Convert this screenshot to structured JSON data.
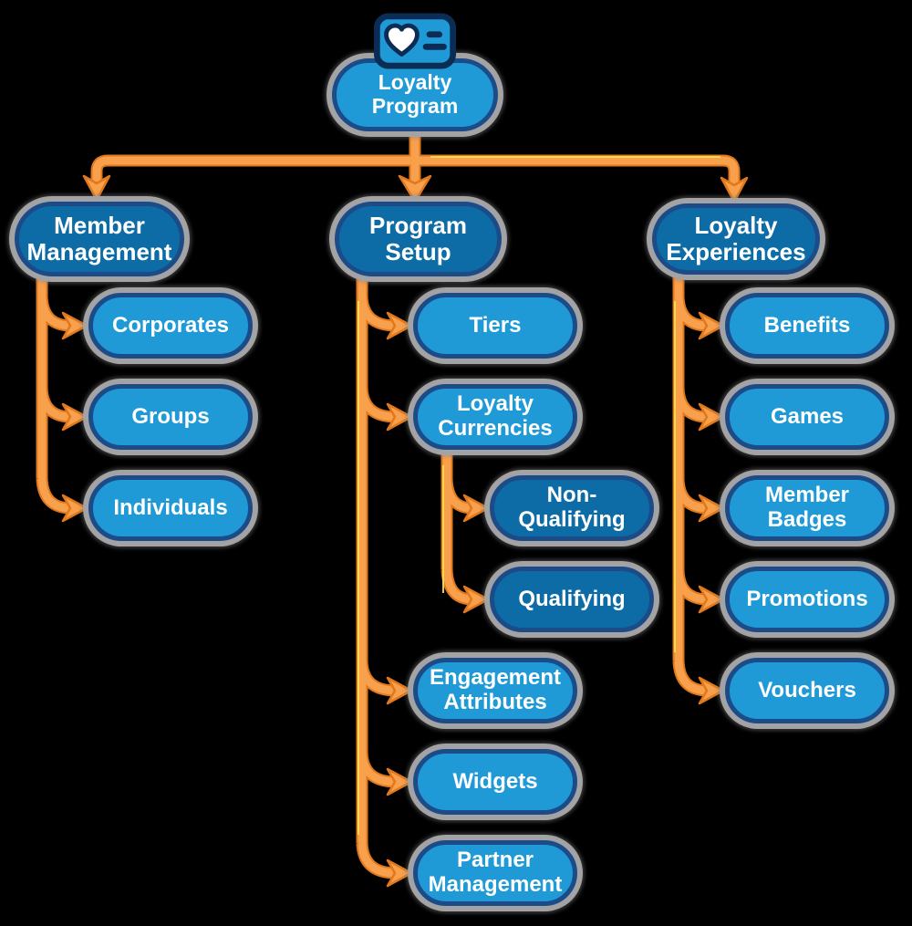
{
  "diagram": {
    "root": {
      "label": "Loyalty Program",
      "icon": "loyalty-card-icon"
    },
    "branches": [
      {
        "label": "Member Management",
        "children": [
          {
            "label": "Corporates"
          },
          {
            "label": "Groups"
          },
          {
            "label": "Individuals"
          }
        ]
      },
      {
        "label": "Program Setup",
        "children": [
          {
            "label": "Tiers"
          },
          {
            "label": "Loyalty Currencies",
            "children": [
              {
                "label": "Non-Qualifying"
              },
              {
                "label": "Qualifying"
              }
            ]
          },
          {
            "label": "Engagement Attributes"
          },
          {
            "label": "Widgets"
          },
          {
            "label": "Partner Management"
          }
        ]
      },
      {
        "label": "Loyalty Experiences",
        "children": [
          {
            "label": "Benefits"
          },
          {
            "label": "Games"
          },
          {
            "label": "Member Badges"
          },
          {
            "label": "Promotions"
          },
          {
            "label": "Vouchers"
          }
        ]
      }
    ],
    "colors": {
      "node_light_blue": "#1F9AD7",
      "node_dark_blue": "#0D6CA6",
      "node_border_navy": "#1C4C87",
      "outer_ring_gray": "#A3A3A5",
      "arrow_fill": "#F9A04C",
      "arrow_outline": "#E1791C",
      "arrow_highlight_yellow": "#FFE24D",
      "icon_navy": "#0B2D55",
      "text": "#FFFFFF",
      "background": "#000000"
    }
  }
}
